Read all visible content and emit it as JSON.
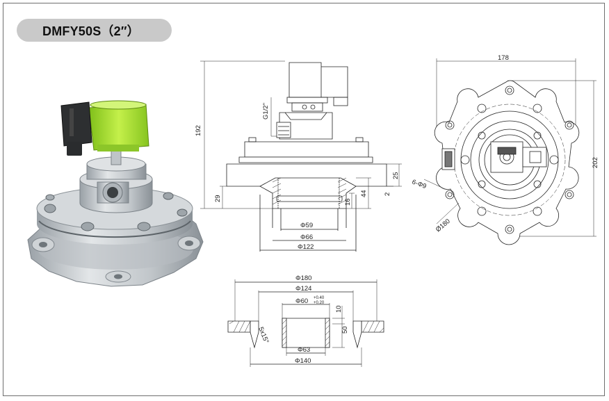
{
  "title": "DMFY50S（2″）",
  "front_view": {
    "height_total": "192",
    "thread": "G1/2\"",
    "flange_thk": "25",
    "spigot_len": "44",
    "gap": "2",
    "bottom_h": "29",
    "inner_h": "16",
    "dia_inner": "Φ59",
    "dia_mid": "Φ66",
    "dia_outer": "Φ122"
  },
  "top_view": {
    "width": "178",
    "height": "202",
    "holes": "6-Φ9",
    "pcd": "Ø180"
  },
  "flange_section": {
    "dia_outer": "Φ180",
    "dia_pcd": "Φ124",
    "dia_bore": "Φ60",
    "tol_upper": "+0.40",
    "tol_lower": "+0.20",
    "h_top": "10",
    "h_body": "50",
    "chamfer": "5x15°",
    "dia_inner": "Φ63",
    "dia_base": "Φ140"
  },
  "colors": {
    "coil": "#a6e22e",
    "metal": "#c3c8cc",
    "metal_dark": "#8e959b",
    "badge": "#c9c9c9",
    "frame": "#6e6e6e"
  }
}
